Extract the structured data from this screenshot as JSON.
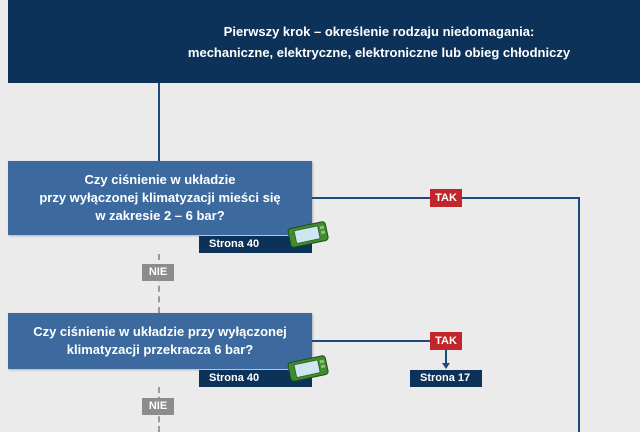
{
  "header": {
    "line1": "Pierwszy krok – określenie rodzaju niedomagania:",
    "line2": "mechaniczne, elektryczne, elektroniczne lub obieg chłodniczy"
  },
  "question1": {
    "line1": "Czy ciśnienie w układzie",
    "line2": "przy wyłączonej klimatyzacji mieści się",
    "line3": "w zakresie 2 – 6 bar?",
    "page_ref": "Strona 40",
    "yes_label": "TAK",
    "no_label": "NIE"
  },
  "question2": {
    "line1": "Czy ciśnienie w układzie przy wyłączonej",
    "line2": "klimatyzacji przekracza 6 bar?",
    "page_ref": "Strona 40",
    "yes_label": "TAK",
    "yes_page_ref": "Strona 17",
    "no_label": "NIE"
  },
  "colors": {
    "header_bg": "#0d3259",
    "question_bg": "#3c6a9e",
    "line": "#1d4a7c",
    "yes_badge": "#c0262b",
    "no_badge": "#8c8c8c",
    "background": "#ebebeb"
  },
  "icons": {
    "device": "diagnostic-tester-icon"
  }
}
